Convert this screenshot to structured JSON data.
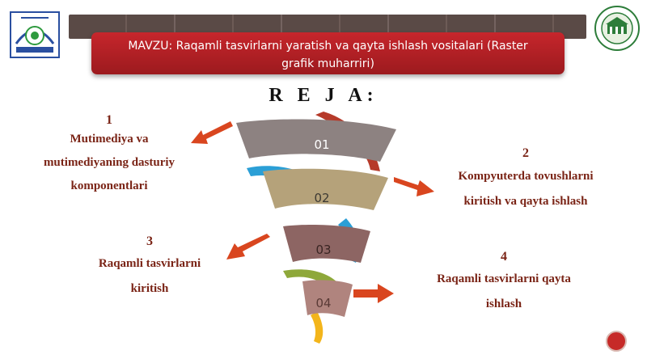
{
  "banner": {
    "title": "MAVZU: Raqamli tasvirlarni yaratish va qayta ishlash vositalari (Raster grafik muharriri)"
  },
  "heading": "R E J A:",
  "items": [
    {
      "num": "1",
      "line1": "Mutimediya va",
      "line2": "mutimediyaning dasturiy",
      "line3": "komponentlari"
    },
    {
      "num": "2",
      "line1": "Kompyuterda tovushlarni",
      "line2": "kiritish va qayta ishlash"
    },
    {
      "num": "3",
      "line1": "Raqamli tasvirlarni",
      "line2": "kiritish"
    },
    {
      "num": "4",
      "line1": "Raqamli tasvirlarni qayta",
      "line2": "ishlash"
    }
  ],
  "funnel": {
    "layers": [
      "01",
      "02",
      "03",
      "04"
    ]
  },
  "colors": {
    "banner": "#b11f24",
    "text": "#7a2416",
    "arrow": "#d9461f"
  },
  "icons": {
    "left_logo": "university-logo-icon",
    "right_logo": "state-university-seal-icon"
  }
}
